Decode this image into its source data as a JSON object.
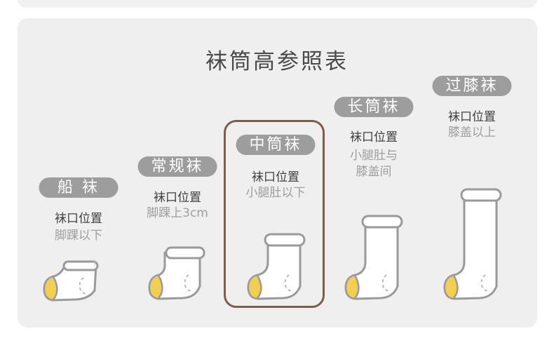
{
  "title": "袜筒高参照表",
  "categories": [
    {
      "name": "船 袜",
      "label": "袜口位置",
      "desc_lines": [
        "脚踝以下"
      ]
    },
    {
      "name": "常规袜",
      "label": "袜口位置",
      "desc_lines": [
        "脚踝上3cm"
      ]
    },
    {
      "name": "中筒袜",
      "label": "袜口位置",
      "desc_lines": [
        "小腿肚以下"
      ],
      "highlighted": true
    },
    {
      "name": "长筒袜",
      "label": "袜口位置",
      "desc_lines": [
        "小腿肚与",
        "膝盖间"
      ]
    },
    {
      "name": "过膝袜",
      "label": "袜口位置",
      "desc_lines": [
        "膝盖以上"
      ]
    }
  ],
  "colors": {
    "panel": "#efefef",
    "pill": "#9d9d9d",
    "highlight_border": "#7d5e4c",
    "sock_outline": "#9a9a9a",
    "toe_fill": "#f2cf50"
  }
}
